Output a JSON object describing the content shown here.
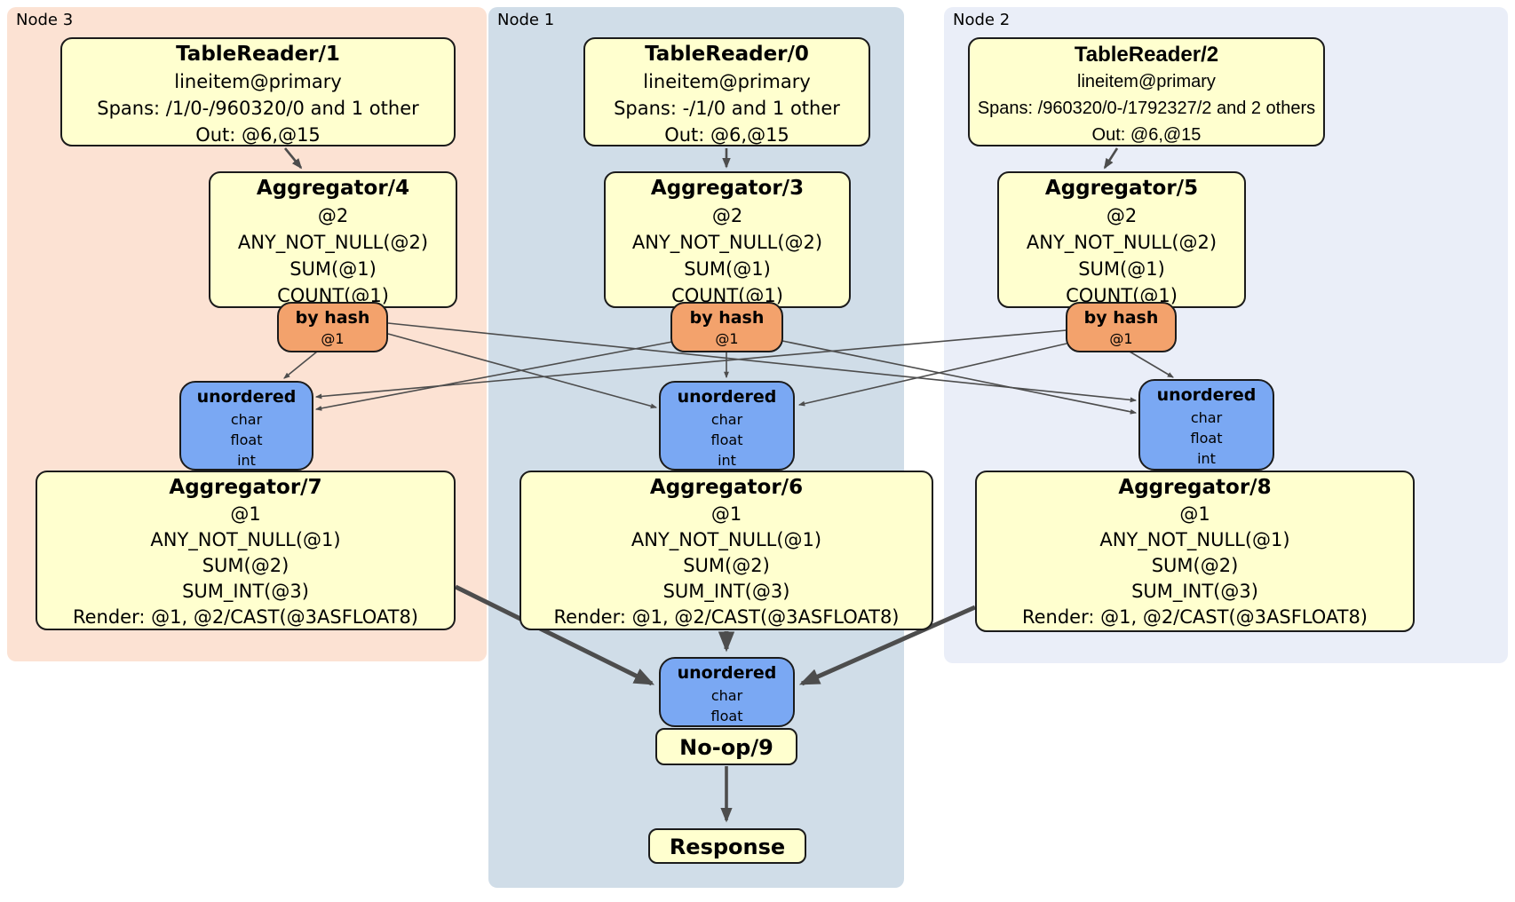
{
  "colors": {
    "node3_bg": "#fce2d3",
    "node1_bg": "#d0dde8",
    "node2_bg": "#eaeef8",
    "box_bg": "#ffffcf",
    "router_bg": "#f3a26c",
    "sync_bg": "#7aa8f3",
    "edge": "#4d4d4d"
  },
  "regions": [
    {
      "label": "Node 3",
      "table_reader": {
        "title": "TableReader/1",
        "lines": [
          "lineitem@primary",
          "Spans: /1/0-/960320/0 and 1 other",
          "Out: @6,@15"
        ]
      },
      "aggregator_top": {
        "title": "Aggregator/4",
        "lines": [
          "@2",
          "ANY_NOT_NULL(@2)",
          "SUM(@1)",
          "COUNT(@1)"
        ]
      },
      "router": {
        "title": "by hash",
        "lines": [
          "@1"
        ]
      },
      "sync": {
        "title": "unordered",
        "lines": [
          "char",
          "float",
          "int"
        ]
      },
      "aggregator_bottom": {
        "title": "Aggregator/7",
        "lines": [
          "@1",
          "ANY_NOT_NULL(@1)",
          "SUM(@2)",
          "SUM_INT(@3)",
          "Render: @1, @2/CAST(@3ASFLOAT8)"
        ]
      }
    },
    {
      "label": "Node 1",
      "table_reader": {
        "title": "TableReader/0",
        "lines": [
          "lineitem@primary",
          "Spans: -/1/0 and 1 other",
          "Out: @6,@15"
        ]
      },
      "aggregator_top": {
        "title": "Aggregator/3",
        "lines": [
          "@2",
          "ANY_NOT_NULL(@2)",
          "SUM(@1)",
          "COUNT(@1)"
        ]
      },
      "router": {
        "title": "by hash",
        "lines": [
          "@1"
        ]
      },
      "sync": {
        "title": "unordered",
        "lines": [
          "char",
          "float",
          "int"
        ]
      },
      "aggregator_bottom": {
        "title": "Aggregator/6",
        "lines": [
          "@1",
          "ANY_NOT_NULL(@1)",
          "SUM(@2)",
          "SUM_INT(@3)",
          "Render: @1, @2/CAST(@3ASFLOAT8)"
        ]
      }
    },
    {
      "label": "Node 2",
      "table_reader": {
        "title": "TableReader/2",
        "lines": [
          "lineitem@primary",
          "Spans: /960320/0-/1792327/2 and 2 others",
          "Out: @6,@15"
        ]
      },
      "aggregator_top": {
        "title": "Aggregator/5",
        "lines": [
          "@2",
          "ANY_NOT_NULL(@2)",
          "SUM(@1)",
          "COUNT(@1)"
        ]
      },
      "router": {
        "title": "by hash",
        "lines": [
          "@1"
        ]
      },
      "sync": {
        "title": "unordered",
        "lines": [
          "char",
          "float",
          "int"
        ]
      },
      "aggregator_bottom": {
        "title": "Aggregator/8",
        "lines": [
          "@1",
          "ANY_NOT_NULL(@1)",
          "SUM(@2)",
          "SUM_INT(@3)",
          "Render: @1, @2/CAST(@3ASFLOAT8)"
        ]
      }
    }
  ],
  "final_stage": {
    "sync": {
      "title": "unordered",
      "lines": [
        "char",
        "float"
      ]
    },
    "noop": {
      "title": "No-op/9"
    },
    "response": {
      "title": "Response"
    }
  }
}
